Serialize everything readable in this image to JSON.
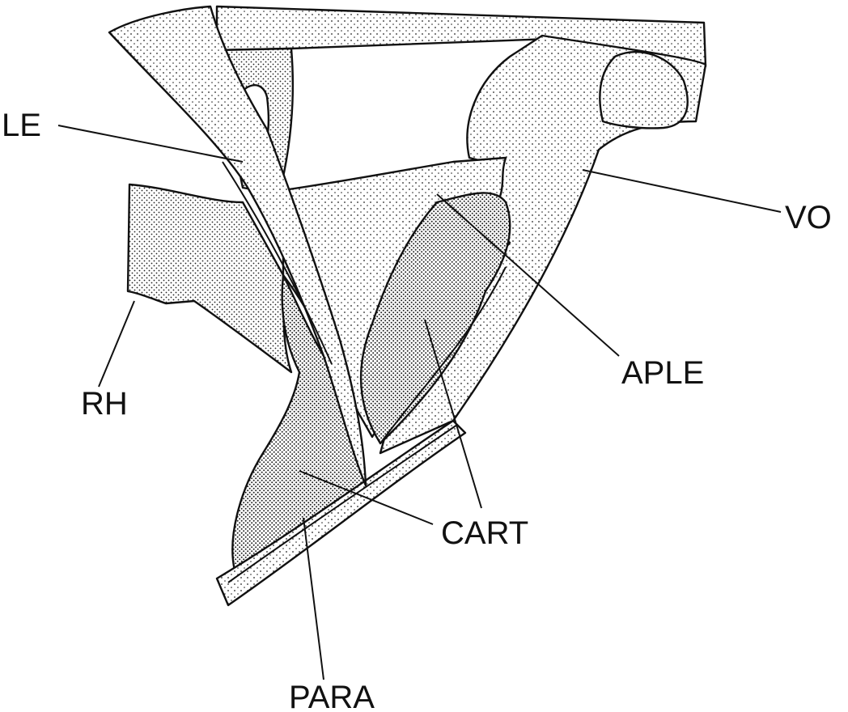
{
  "diagram": {
    "labels": {
      "le": "LE",
      "vo": "VO",
      "rh": "RH",
      "aple": "APLE",
      "cart": "CART",
      "para": "PARA"
    },
    "colors": {
      "ink": "#111111",
      "paper": "#ffffff"
    }
  }
}
